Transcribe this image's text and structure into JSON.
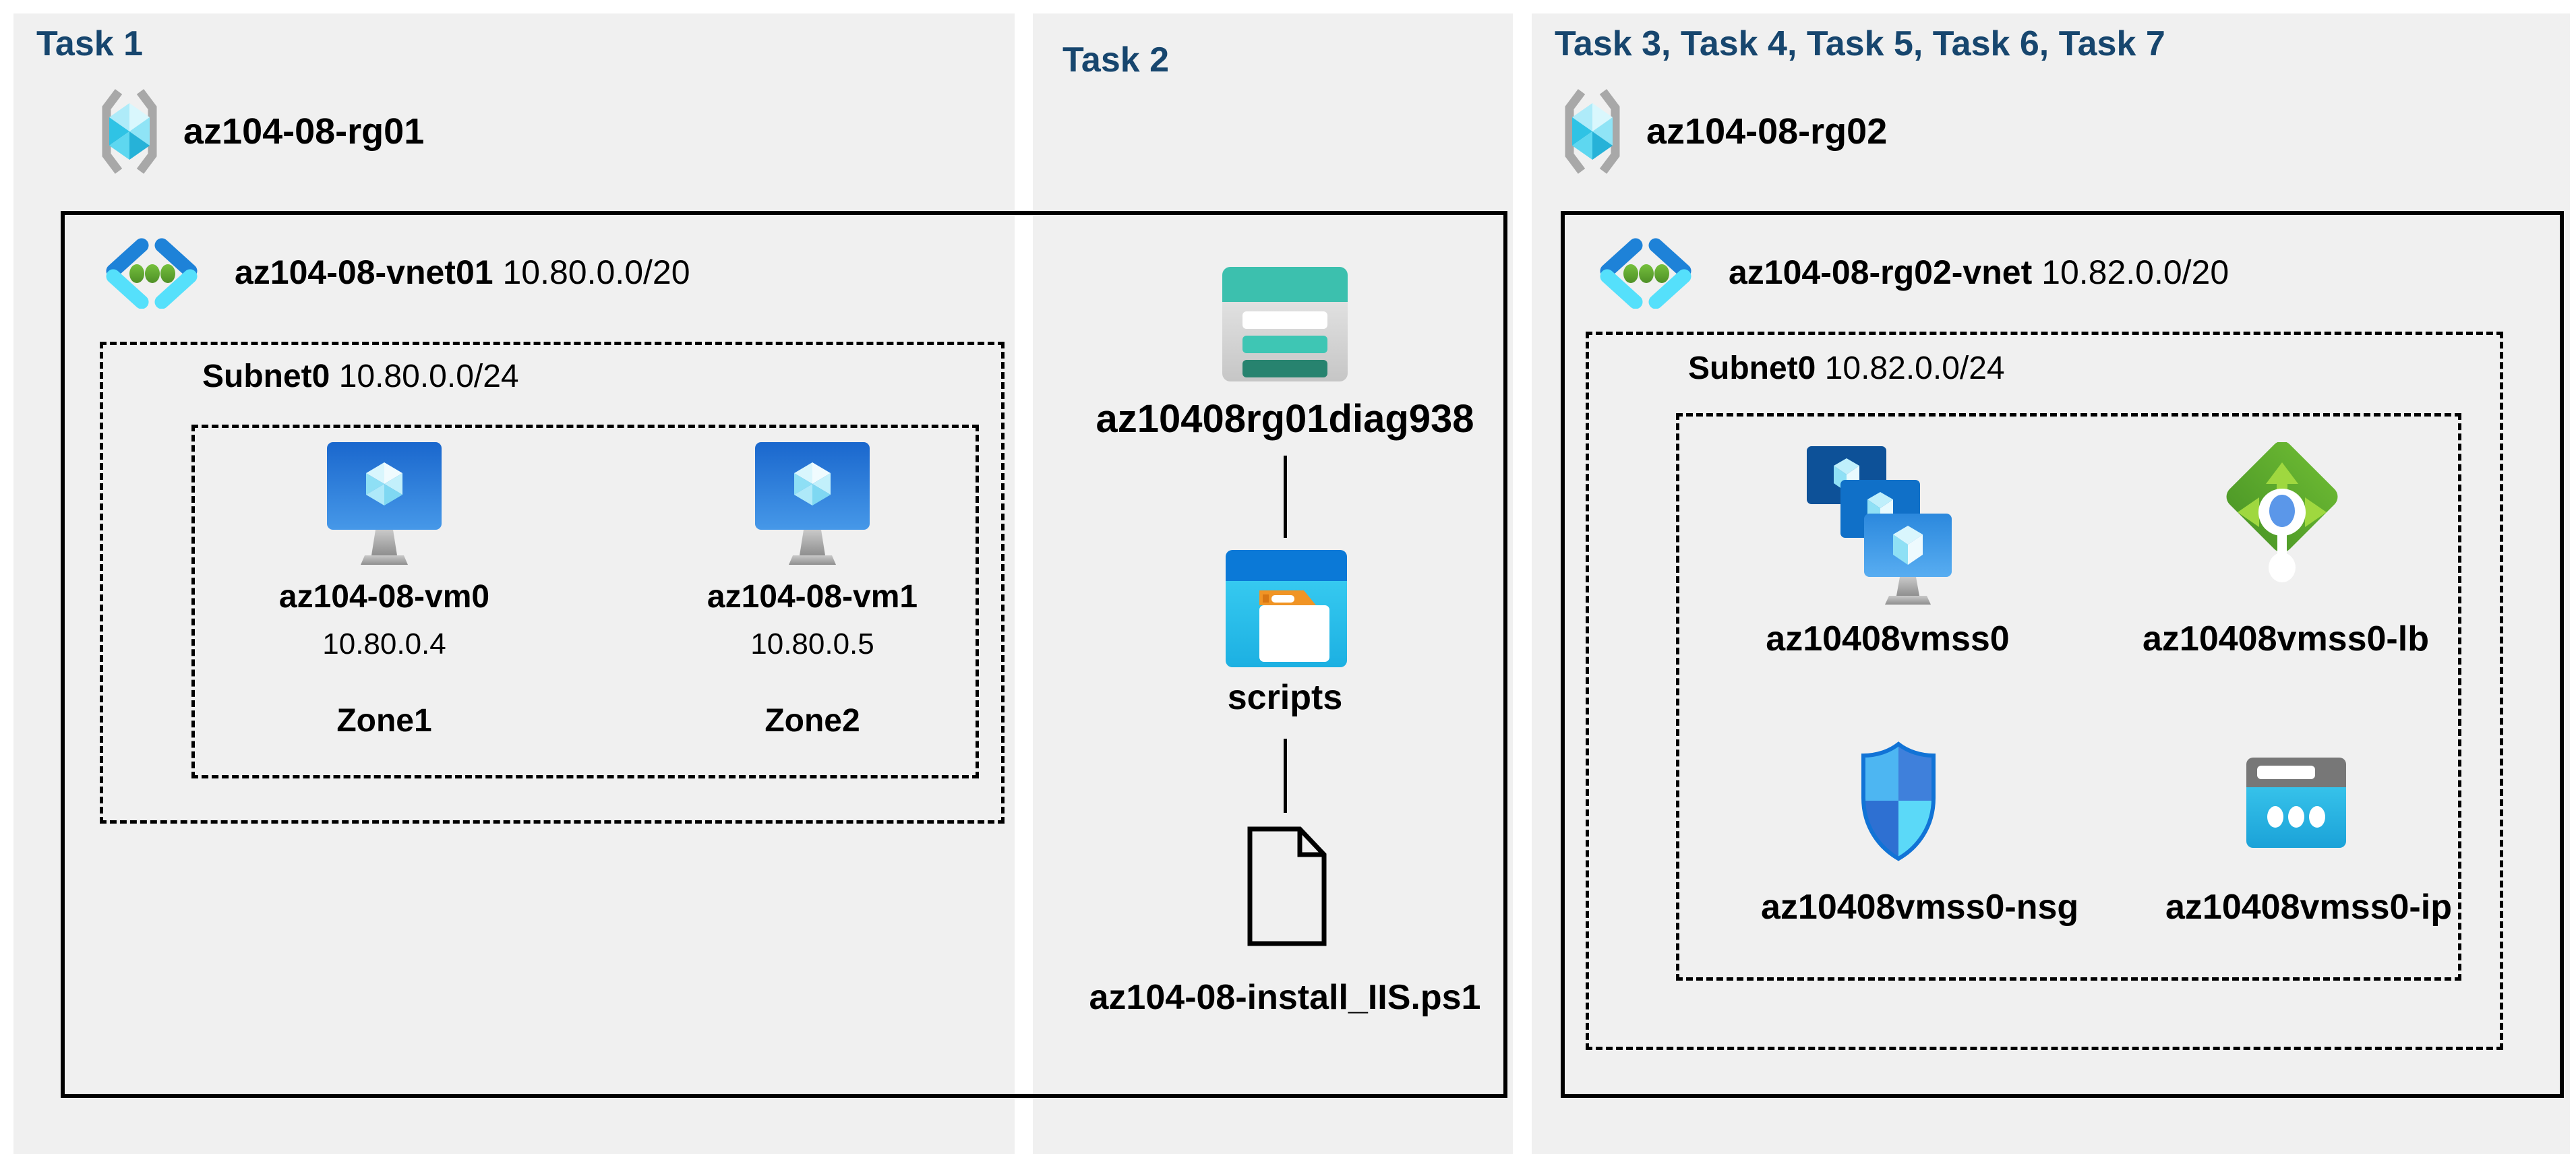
{
  "colors": {
    "page_bg": "#ffffff",
    "panel_bg": "#f0f0f0",
    "title_navy": "#17466e",
    "diagram_black": "#000000",
    "storage_teal": "#3cc0ae",
    "folder_blue": "#0b79d7",
    "vnet_blue": "#1e82d8",
    "vnet_cyan": "#55e0fb",
    "lb_green": "#5da62c",
    "nsg_blue": "#1173d6",
    "ip_cyan": "#2bbce6"
  },
  "panels": {
    "task1": {
      "title": "Task 1",
      "resource_group": "az104-08-rg01",
      "vnet": {
        "name": "az104-08-vnet01",
        "cidr": "10.80.0.0/20"
      },
      "subnet": {
        "name": "Subnet0",
        "cidr": "10.80.0.0/24"
      },
      "vms": [
        {
          "name": "az104-08-vm0",
          "ip": "10.80.0.4",
          "zone": "Zone1"
        },
        {
          "name": "az104-08-vm1",
          "ip": "10.80.0.5",
          "zone": "Zone2"
        }
      ]
    },
    "task2": {
      "title": "Task 2",
      "storage_account": "az10408rg01diag938",
      "container": "scripts",
      "file": "az104-08-install_IIS.ps1"
    },
    "task3": {
      "title": "Task 3, Task 4, Task 5, Task 6, Task 7",
      "resource_group": "az104-08-rg02",
      "vnet": {
        "name": "az104-08-rg02-vnet",
        "cidr": "10.82.0.0/20"
      },
      "subnet": {
        "name": "Subnet0",
        "cidr": "10.82.0.0/24"
      },
      "resources": {
        "vmss": "az10408vmss0",
        "load_balancer": "az10408vmss0-lb",
        "nsg": "az10408vmss0-nsg",
        "public_ip": "az10408vmss0-ip"
      }
    }
  }
}
